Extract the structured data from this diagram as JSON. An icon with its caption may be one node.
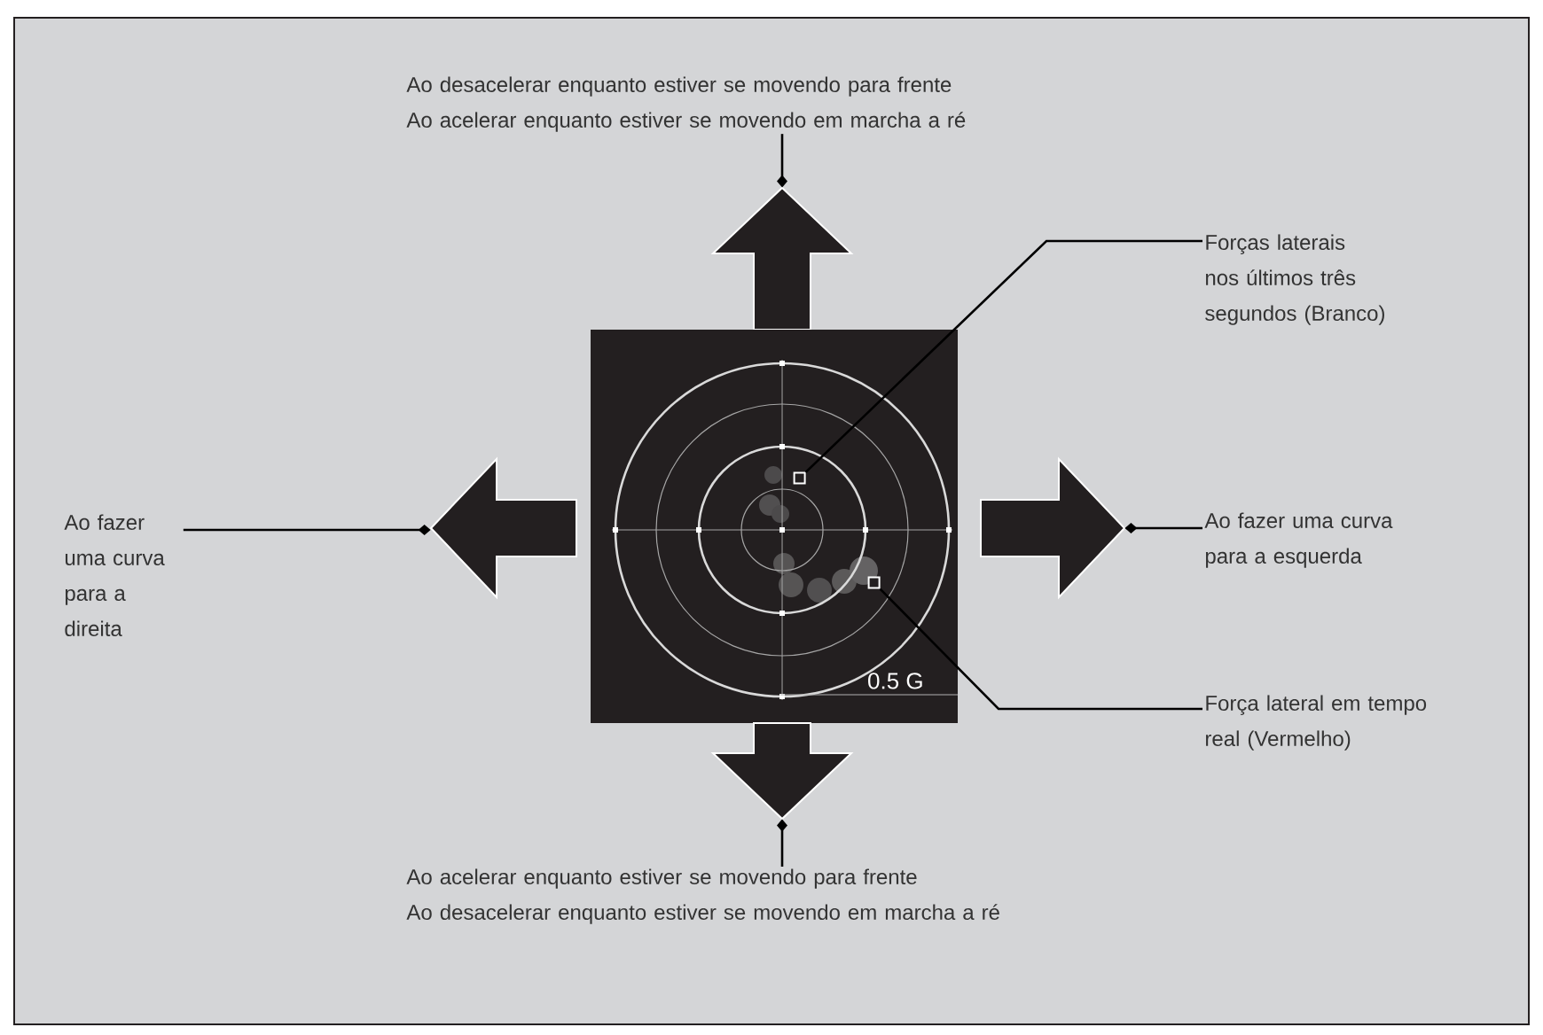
{
  "diagram": {
    "nodes": [
      {
        "text": [
          "Ao desacelerar enquanto estiver se movendo para frente",
          "Ao acelerar enquanto estiver se movendo em marcha a ré"
        ]
      },
      {
        "text": [],
        "shape": "arrow"
      },
      {
        "text": [
          "Forças laterais nos últimos três segundos (Branco)"
        ]
      },
      {
        "text": [
          "Ao fazer uma curva para a direita"
        ]
      },
      {
        "text": [],
        "shape": "arrow"
      },
      {
        "text": [
          "0.5 G"
        ]
      },
      {
        "text": [],
        "shape": "box",
        "in": 5
      },
      {
        "text": [],
        "shape": "box",
        "in": 5
      },
      {
        "text": [],
        "shape": "arrow"
      },
      {
        "text": [
          "Ao fazer uma curva para a esquerda"
        ]
      },
      {
        "text": [
          "Força lateral em tempo real (Vermelho)"
        ]
      },
      {
        "text": [],
        "shape": "arrow"
      },
      {
        "text": [
          "Ao acelerar enquanto estiver se movendo para frente",
          "Ao desacelerar enquanto estiver se movendo em marcha a ré"
        ]
      }
    ],
    "edges": [
      {
        "from": 0,
        "to": 1,
        "arrow": "other"
      },
      {
        "from": 2,
        "to": 6,
        "arrow": "none"
      },
      {
        "from": 3,
        "to": 4,
        "arrow": "other"
      },
      {
        "from": 9,
        "to": 8,
        "arrow": "other"
      },
      {
        "from": 10,
        "to": 7,
        "arrow": "none"
      },
      {
        "from": 12,
        "to": 11,
        "arrow": "other"
      }
    ]
  }
}
